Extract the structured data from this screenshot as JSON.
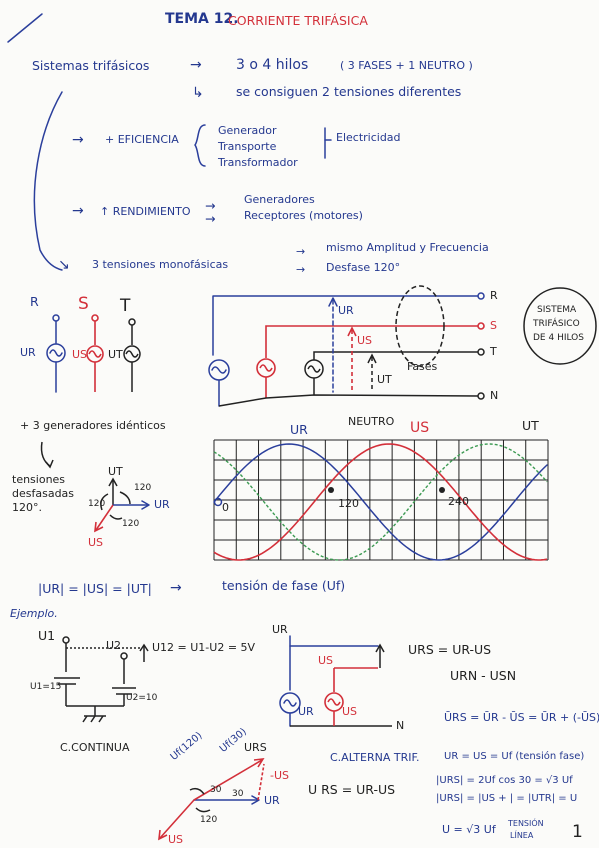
{
  "title": {
    "tema": "TEMA 12.",
    "subject": "CORRIENTE TRIFÁSICA"
  },
  "intro": {
    "term": "Sistemas trifásicos",
    "def1": "3 o 4 hilos",
    "def1_note": "( 3 FASES + 1 NEUTRO )",
    "def2": "se consiguen 2 tensiones diferentes"
  },
  "advantages": {
    "efficiency_label": "+ EFICIENCIA",
    "efficiency_items": [
      "Generador",
      "Transporte",
      "Transformador"
    ],
    "efficiency_target": "Electricidad",
    "performance_label": "↑ RENDIMIENTO",
    "performance_items": [
      "Generadores",
      "Receptores (motores)"
    ],
    "voltages_label": "3 tensiones monofásicas",
    "voltages_items": [
      "mismo Amplitud y Frecuencia",
      "Desfase 120°"
    ]
  },
  "generators": {
    "labels": [
      "R",
      "S",
      "T"
    ],
    "sources": [
      "UR",
      "US",
      "UT"
    ],
    "note": "+ 3 generadores idénticos"
  },
  "system": {
    "lines": [
      "R",
      "S",
      "T",
      "N"
    ],
    "voltages": [
      "UR",
      "US",
      "UT"
    ],
    "fases_label": "Fases",
    "neutro_label": "NEUTRO",
    "bubble": [
      "SISTEMA",
      "TRIFÁSICO",
      "DE 4 HILOS"
    ]
  },
  "waves": {
    "labels": [
      "UR",
      "US",
      "UT"
    ],
    "marks": [
      "0",
      "120",
      "240"
    ]
  },
  "phasors": {
    "note": [
      "tensiones",
      "desfasadas",
      "120°."
    ],
    "labels": [
      "UT",
      "UR",
      "US"
    ],
    "angles": [
      "120",
      "120",
      "120"
    ]
  },
  "phase_voltage": {
    "formula": "|UR| = |US| = |UT|",
    "label": "tensión de fase (Uf)"
  },
  "example": {
    "label": "Ejemplo.",
    "dc": {
      "u1": "U1",
      "u2": "U2",
      "formula": "U12 = U1-U2 = 5V",
      "left_src": "U1=15",
      "right_src": "U2=10",
      "caption": "C.CONTINUA"
    },
    "ac": {
      "ur": "UR",
      "us": "US",
      "src_r": "UR",
      "src_s": "US",
      "n": "N",
      "formula1": "URS = UR-US",
      "formula2": "URN - USN",
      "caption": "C.ALTERNA TRIF."
    },
    "phasor2": {
      "labels": [
        "Uf(120)",
        "Uf(30)",
        "URS",
        "-US",
        "UR",
        "US"
      ],
      "angles": [
        "30",
        "30",
        "120"
      ],
      "formula": "U RS = UR-US"
    },
    "right_formulas": [
      "ŪRS = ŪR - ŪS = ŪR + (-ŪS)",
      "UR = US = Uf (tensión fase)",
      "|URS| = 2Uf cos 30 = √3 Uf",
      "|URS| = |US + | = |UTR| = U",
      "U = √3 Uf"
    ],
    "footer_label": [
      "TENSIÓN",
      "LÍNEA"
    ],
    "page_number": "1"
  }
}
